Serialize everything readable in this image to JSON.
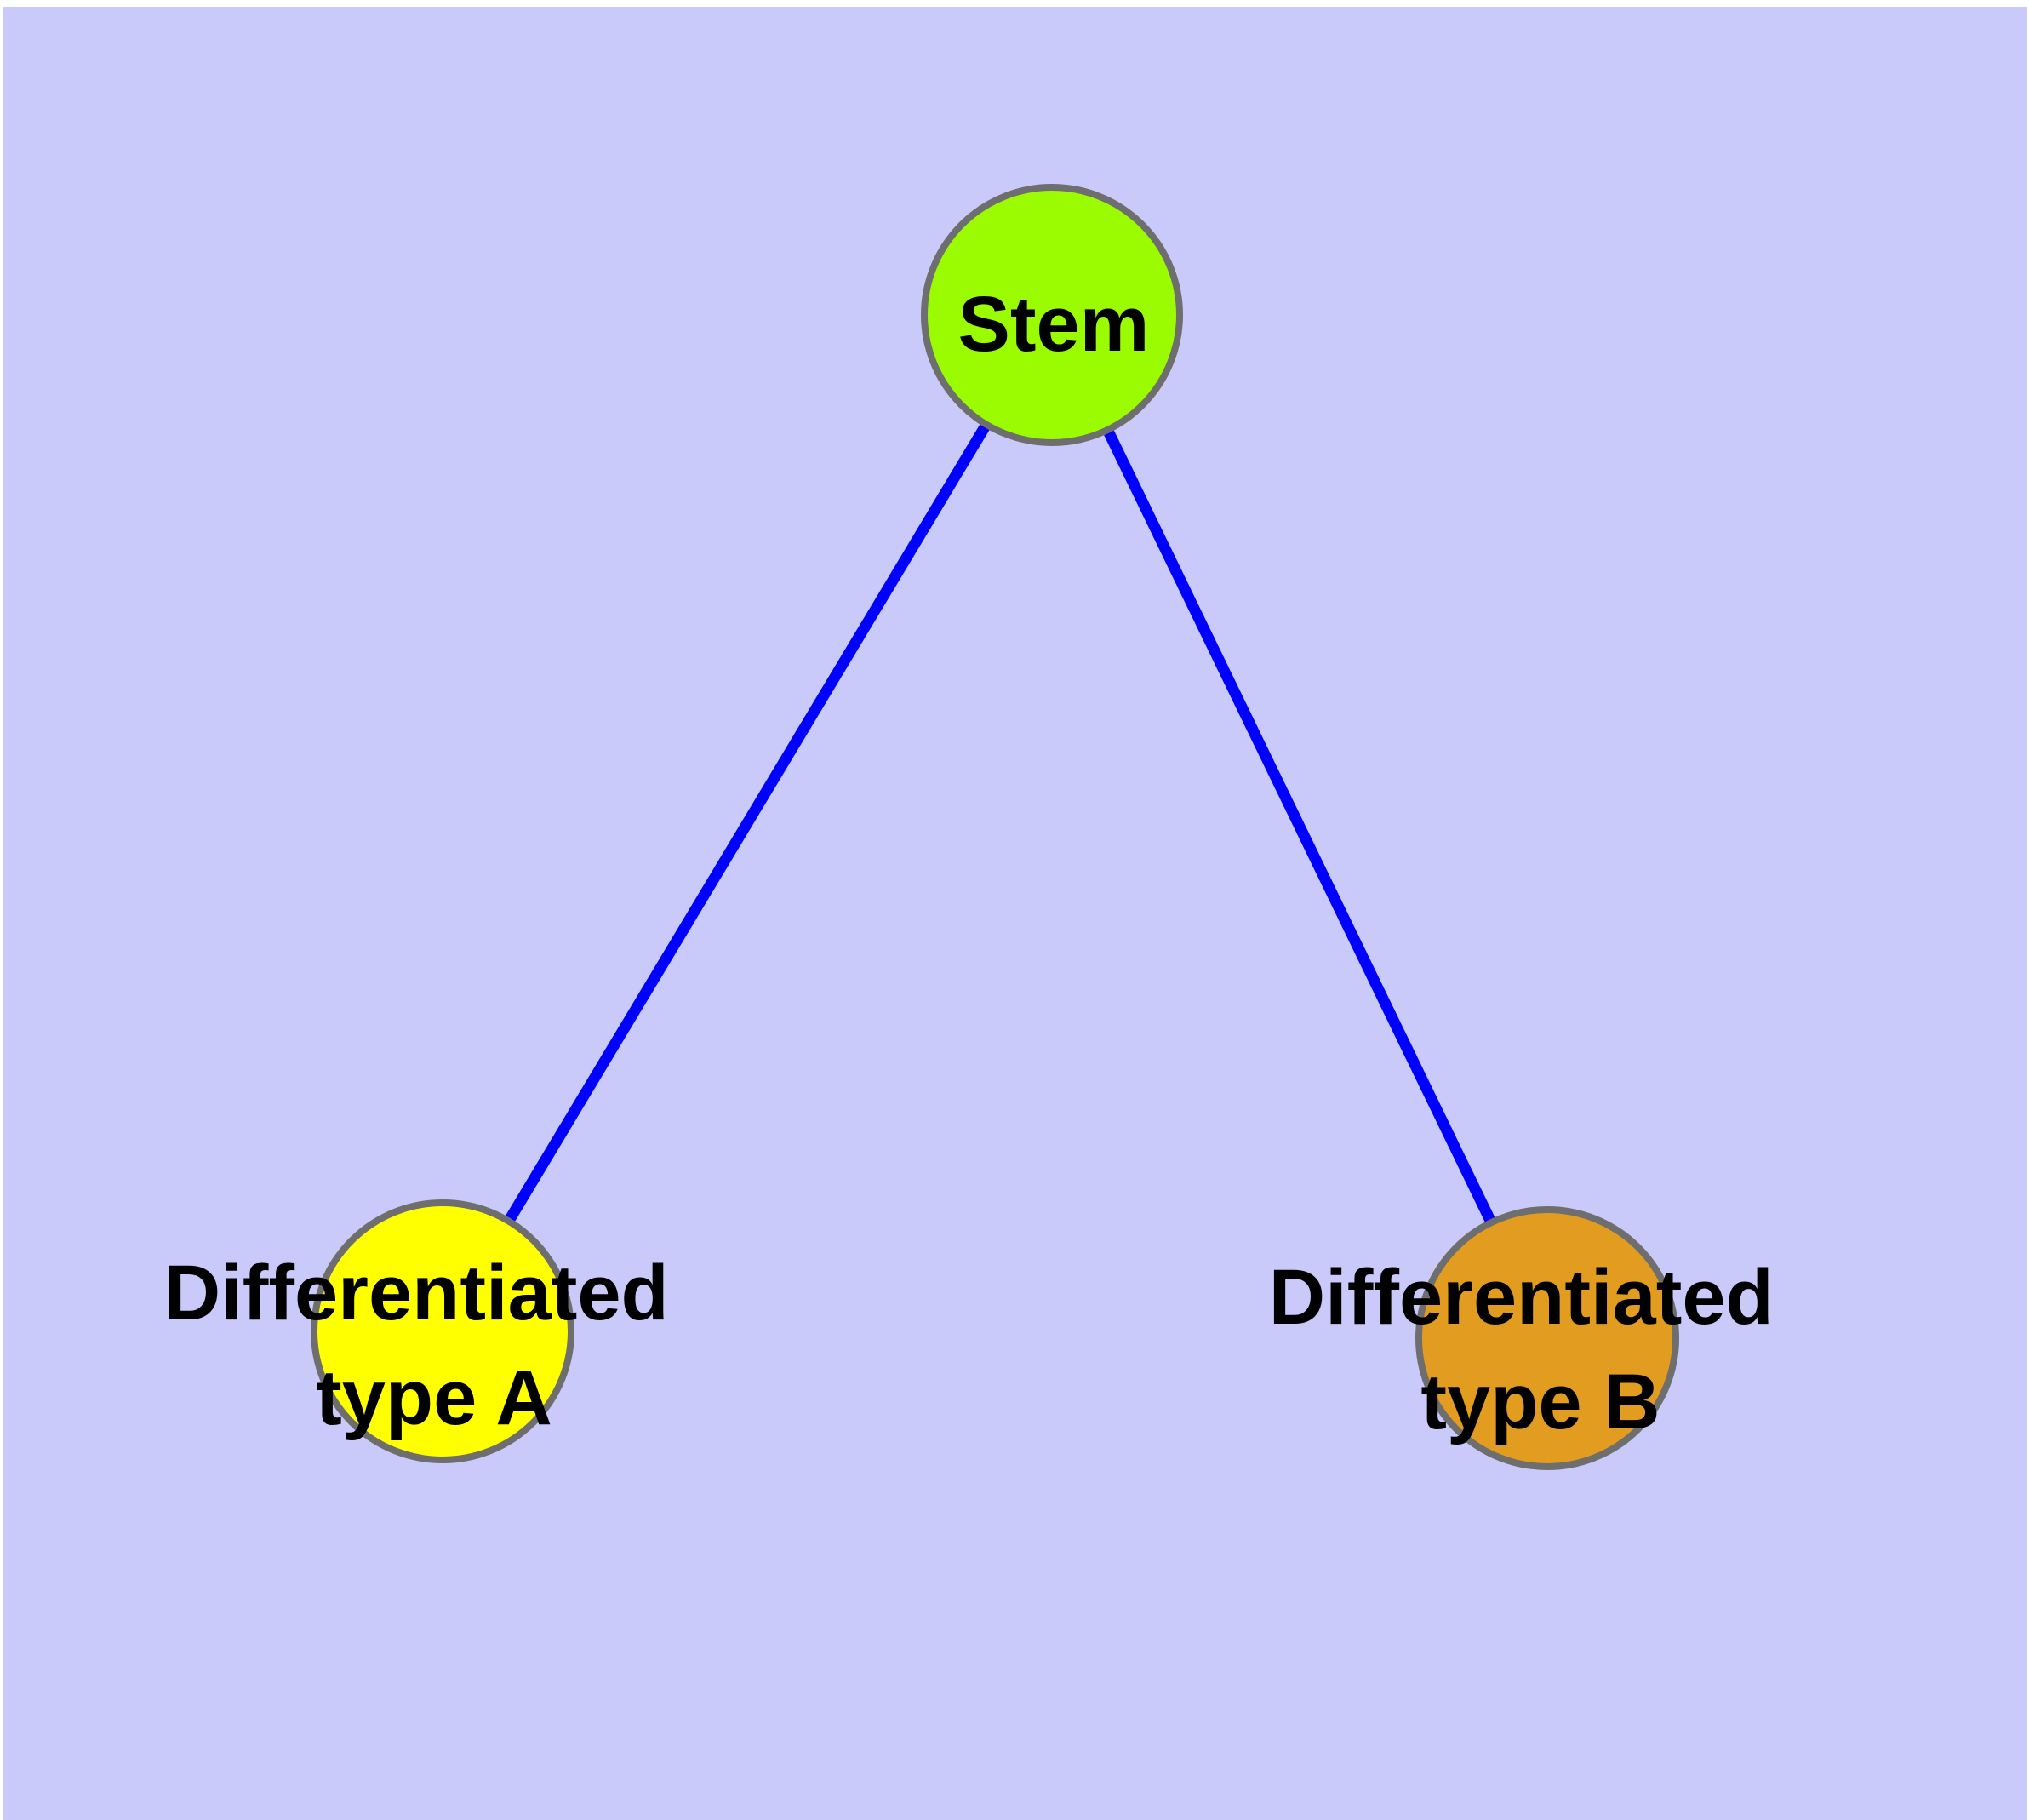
{
  "canvas": {
    "margin_color": "#ffffff",
    "background_color": "#cacafa"
  },
  "graph": {
    "description": "Cell differentiation graph: one stem node with two differentiated child nodes",
    "text_color": "#000000",
    "node_border_color": "#6e6e6e",
    "edge_color": "#0000ff",
    "nodes": [
      {
        "id": "stem",
        "label": "Stem",
        "label_line1": "Stem",
        "label_line2": "",
        "fill": "#9bfb00",
        "stroke": "#6e6e6e"
      },
      {
        "id": "differentiated-type-a",
        "label": "Differentiated type A",
        "label_line1": "Differentiated",
        "label_line2": "type A",
        "fill": "#ffff00",
        "stroke": "#6e6e6e"
      },
      {
        "id": "differentiated-type-b",
        "label": "Differentiated type B",
        "label_line1": "Differentiated",
        "label_line2": "type B",
        "fill": "#e29c20",
        "stroke": "#6e6e6e"
      }
    ],
    "edges": [
      {
        "from": "stem",
        "to": "differentiated-type-a",
        "color": "#0000ff"
      },
      {
        "from": "stem",
        "to": "differentiated-type-b",
        "color": "#0000ff"
      }
    ]
  }
}
